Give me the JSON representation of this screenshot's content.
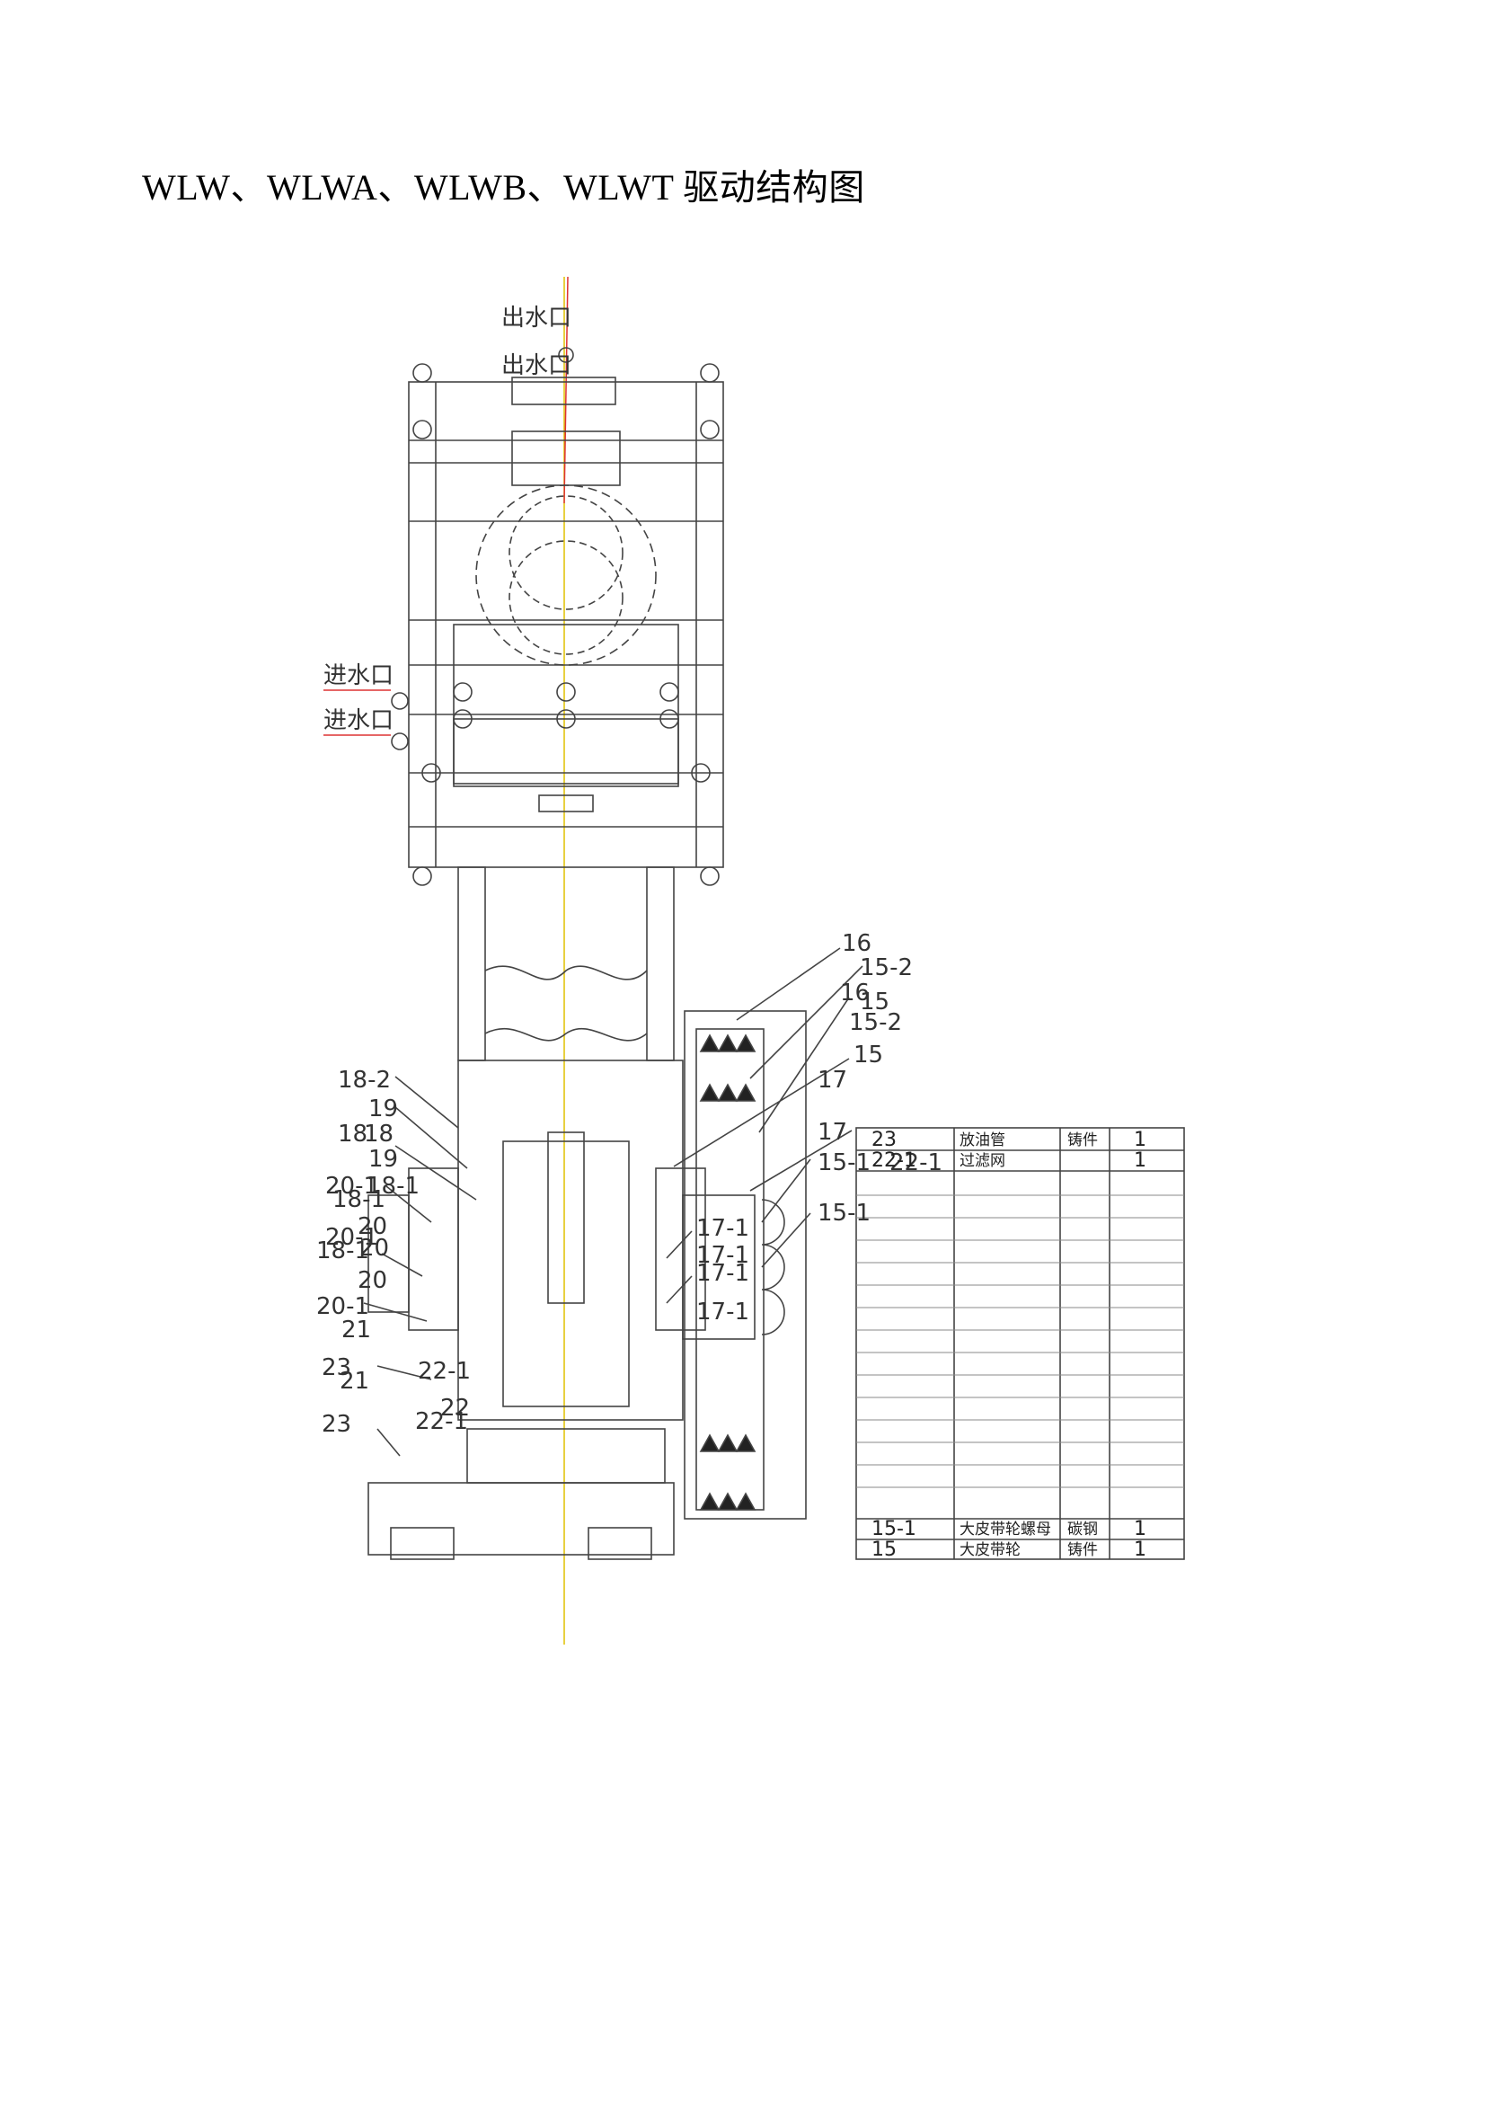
{
  "title": "WLW、WLWA、WLWB、WLWT 驱动结构图",
  "outlet_labels": [
    "出水口",
    "出水口"
  ],
  "inlet_labels": [
    "进水口",
    "进水口"
  ],
  "callouts_right": [
    "16",
    "15-2",
    "16",
    "15",
    "15-2",
    "15",
    "17",
    "17",
    "15-1",
    "22-1",
    "15-1",
    "17-1",
    "17-1",
    "17-1",
    "17-1"
  ],
  "callouts_left": [
    "18-2",
    "19",
    "18",
    "18",
    "19",
    "20-1",
    "18-1",
    "18-1",
    "20",
    "20-1",
    "20",
    "18-1",
    "20",
    "20-1",
    "21",
    "21",
    "23",
    "23",
    "22-1",
    "22",
    "22-1"
  ],
  "parts_table": {
    "rows": [
      {
        "no": "23",
        "name": "放油管",
        "material": "铸件",
        "qty": "1"
      },
      {
        "no": "22-1",
        "name": "过滤网",
        "material": "",
        "qty": "1"
      },
      {
        "no": "15-1",
        "name": "大皮带轮螺母",
        "material": "碳钢",
        "qty": "1"
      },
      {
        "no": "15",
        "name": "大皮带轮",
        "material": "铸件",
        "qty": "1"
      }
    ]
  }
}
